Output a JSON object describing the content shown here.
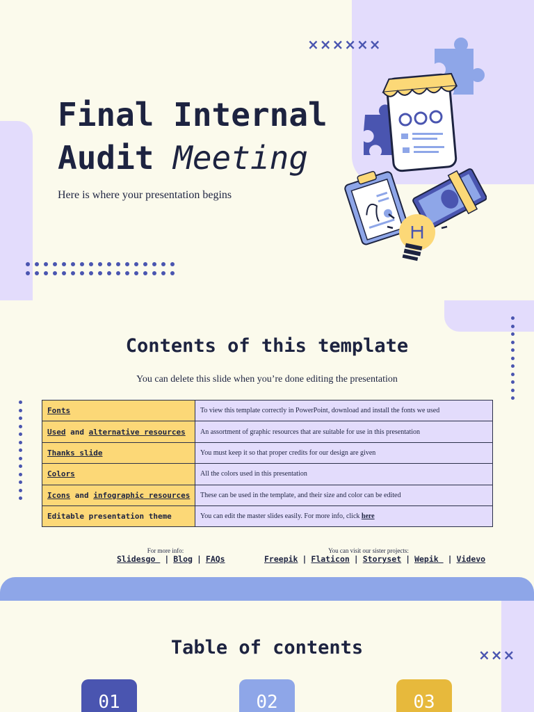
{
  "slide1": {
    "title_line1": "Final Internal",
    "title_line2_plain": "Audit ",
    "title_line2_italic": "Meeting",
    "subtitle": "Here is where your presentation begins",
    "deco_crosses": "××××××"
  },
  "slide2": {
    "title": "Contents of this template",
    "subtitle": "You can delete this slide when you’re done editing the presentation",
    "rows": [
      {
        "k_parts": [
          {
            "t": "Fonts",
            "u": true
          }
        ],
        "v": "To view this template correctly in PowerPoint, download and install the fonts we used"
      },
      {
        "k_parts": [
          {
            "t": "Used",
            "u": true
          },
          {
            "t": " and ",
            "u": false
          },
          {
            "t": "alternative resources",
            "u": true
          }
        ],
        "v": "An assortment of graphic resources that are suitable for use in this presentation"
      },
      {
        "k_parts": [
          {
            "t": "Thanks slide",
            "u": true
          }
        ],
        "v": "You must keep it so that proper credits for our design are given"
      },
      {
        "k_parts": [
          {
            "t": "Colors",
            "u": true
          }
        ],
        "v": "All the colors used in this presentation"
      },
      {
        "k_parts": [
          {
            "t": "Icons",
            "u": true
          },
          {
            "t": " and ",
            "u": false
          },
          {
            "t": "infographic resources",
            "u": true
          }
        ],
        "v": "These can be used in the template, and their size and color can be edited"
      },
      {
        "k_parts": [
          {
            "t": "Editable presentation theme",
            "u": false
          }
        ],
        "v": "You can edit the master slides easily. For more info, click ",
        "v_link": "here"
      }
    ],
    "more_info_label": "For more info:",
    "more_info_links": [
      "Slidesgo ",
      "Blog",
      "FAQs"
    ],
    "sister_label": "You can visit our sister projects:",
    "sister_links": [
      "Freepik",
      "Flaticon",
      "Storyset",
      "Wepik ",
      "Videvo"
    ],
    "separator": "|"
  },
  "slide3": {
    "title": "Table of contents",
    "deco_crosses": "×××",
    "badges": [
      {
        "num": "01",
        "color": "#4a55b0"
      },
      {
        "num": "02",
        "color": "#8ea6e8"
      },
      {
        "num": "03",
        "color": "#e7b93c"
      }
    ]
  },
  "colors": {
    "background": "#fbfaec",
    "lavender": "#e3dcfc",
    "yellow": "#fcd877",
    "periwinkle": "#8ea6e8",
    "indigo": "#4a55b0",
    "navy": "#1d2340"
  }
}
